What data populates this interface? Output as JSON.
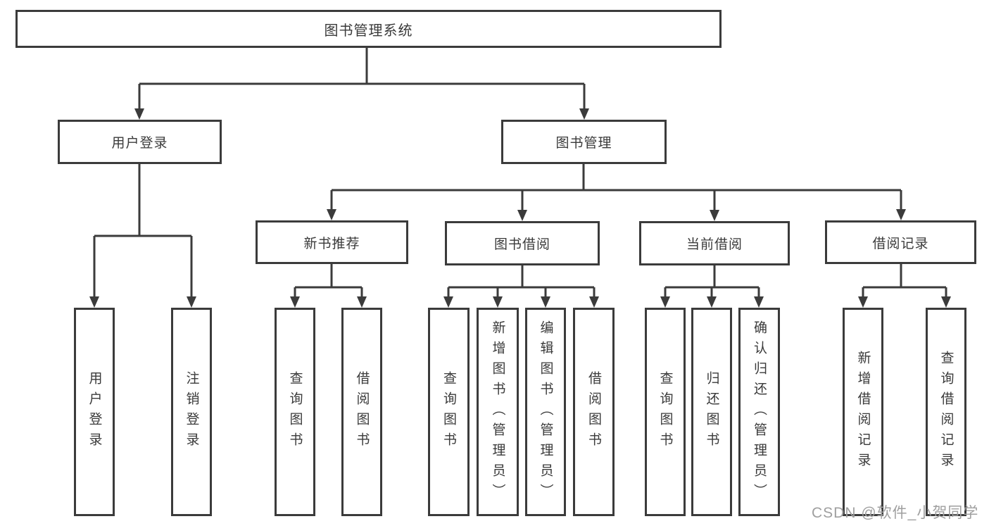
{
  "theme": {
    "background": "#ffffff",
    "line_color": "#3b3b3b",
    "box_border_color": "#3b3b3b",
    "text_color": "#3a3a3a",
    "watermark_color": "#9f9f9f"
  },
  "watermark": {
    "text": "CSDN @软件_小贺同学"
  },
  "tree": {
    "root": {
      "label": "图书管理系统",
      "children": [
        {
          "label": "用户登录",
          "children": [
            {
              "label": "用户登录"
            },
            {
              "label": "注销登录"
            }
          ]
        },
        {
          "label": "图书管理",
          "children": [
            {
              "label": "新书推荐",
              "children": [
                {
                  "label": "查询图书"
                },
                {
                  "label": "借阅图书"
                }
              ]
            },
            {
              "label": "图书借阅",
              "children": [
                {
                  "label": "查询图书"
                },
                {
                  "label": "新增图书（管理员）"
                },
                {
                  "label": "编辑图书（管理员）"
                },
                {
                  "label": "借阅图书"
                }
              ]
            },
            {
              "label": "当前借阅",
              "children": [
                {
                  "label": "查询图书"
                },
                {
                  "label": "归还图书"
                },
                {
                  "label": "确认归还（管理员）"
                }
              ]
            },
            {
              "label": "借阅记录",
              "children": [
                {
                  "label": "新增借阅记录"
                },
                {
                  "label": "查询借阅记录"
                }
              ]
            }
          ]
        }
      ]
    }
  }
}
